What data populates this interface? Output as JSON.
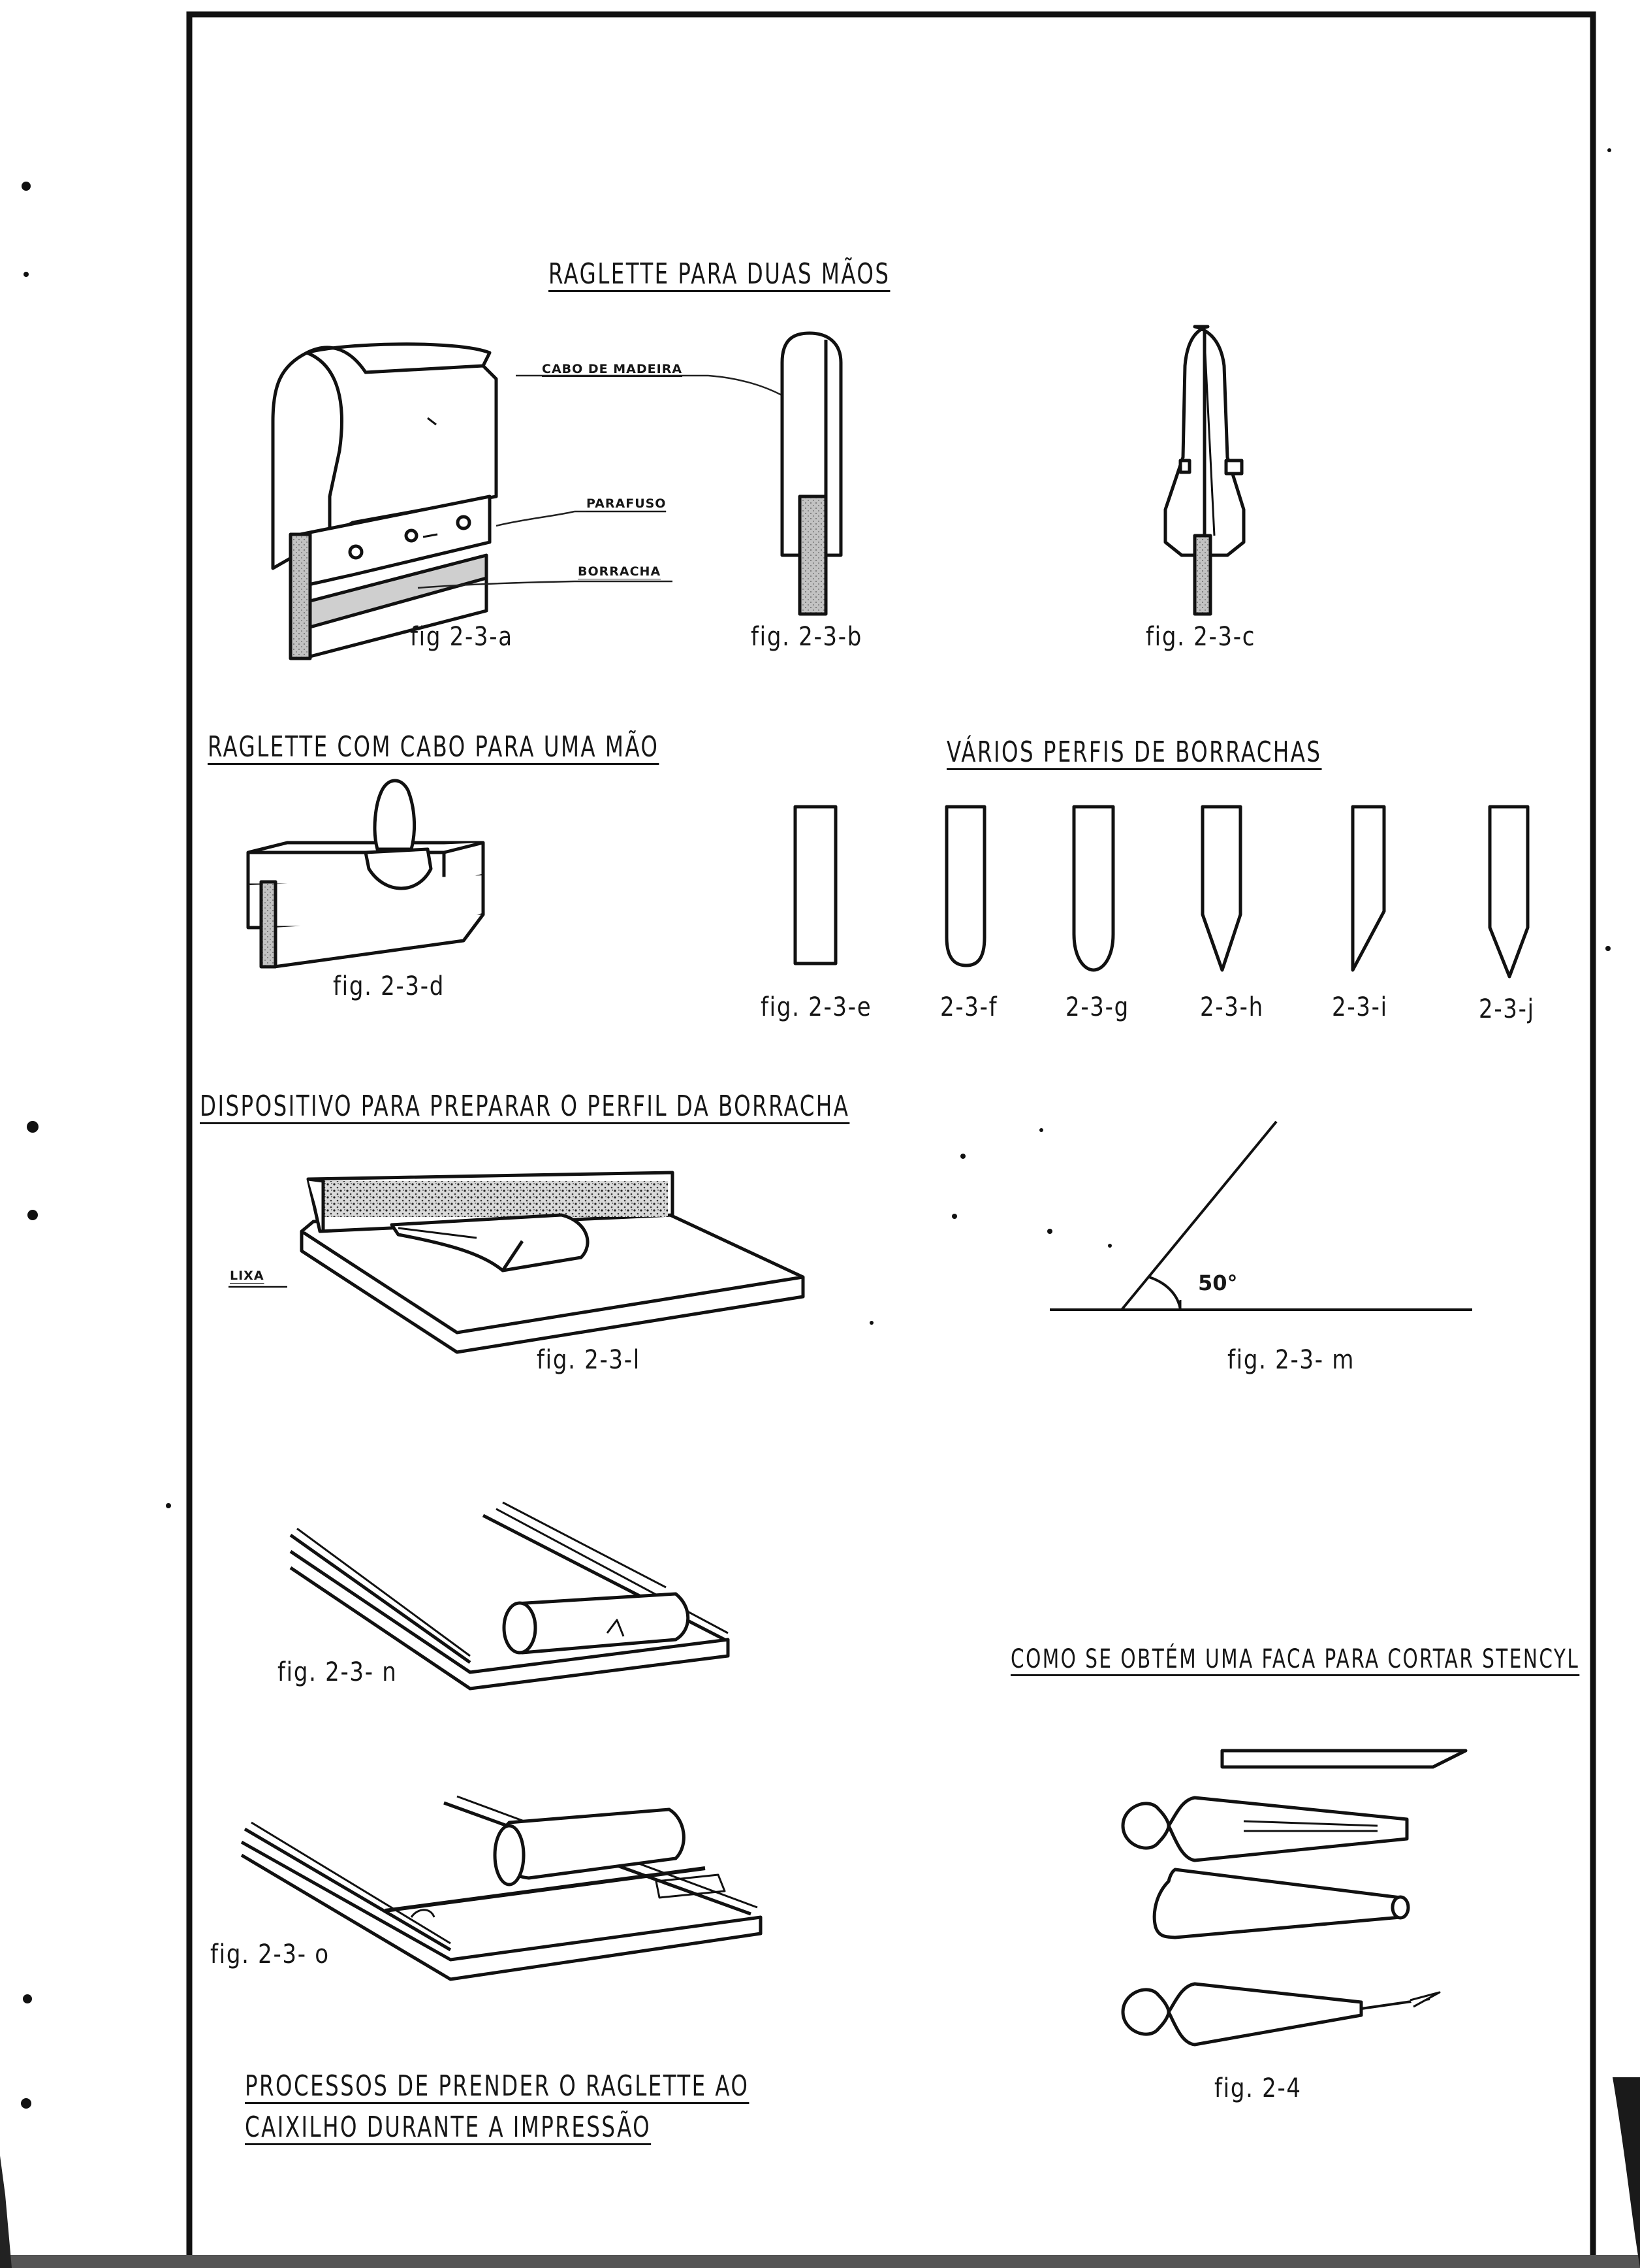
{
  "headings": {
    "two_hands": "RAGLETTE  PARA  DUAS  MÃOS",
    "one_hand": "RAGLETTE  COM  CABO  PARA  UMA  MÃO",
    "profiles": "VÁRIOS  PERFIS  DE  BORRACHAS",
    "device": "DISPOSITIVO  PARA  PREPARAR  O  PERFIL  DA  BORRACHA",
    "knife": "COMO SE  OBTÉM  UMA  FACA  PARA  CORTAR  STENCYL",
    "process_line1": "PROCESSOS  DE  PRENDER  O  RAGLETTE  AO",
    "process_line2": "CAIXILHO  DURANTE  A  IMPRESSÃO"
  },
  "labels": {
    "cabo": "CABO  DE  MADEIRA",
    "parafuso": "PARAFUSO",
    "borracha": "BORRACHA",
    "lixa": "LIXA",
    "angle": "50°"
  },
  "figures": {
    "a": "fig  2-3-a",
    "b": "fig. 2-3-b",
    "c": "fig. 2-3-c",
    "d": "fig. 2-3-d",
    "e": "fig. 2-3-e",
    "f": "2-3-f",
    "g": "2-3-g",
    "h": "2-3-h",
    "i": "2-3-i",
    "j": "2-3-j",
    "l": "fig. 2-3-l",
    "m": "fig. 2-3- m",
    "n": "fig. 2-3- n",
    "o": "fig. 2-3- o",
    "knife": "fig. 2-4"
  },
  "colors": {
    "ink": "#161616",
    "paper": "#ffffff",
    "rubber": "#bdbdbd",
    "sandpaper": "#cfcfcf"
  }
}
